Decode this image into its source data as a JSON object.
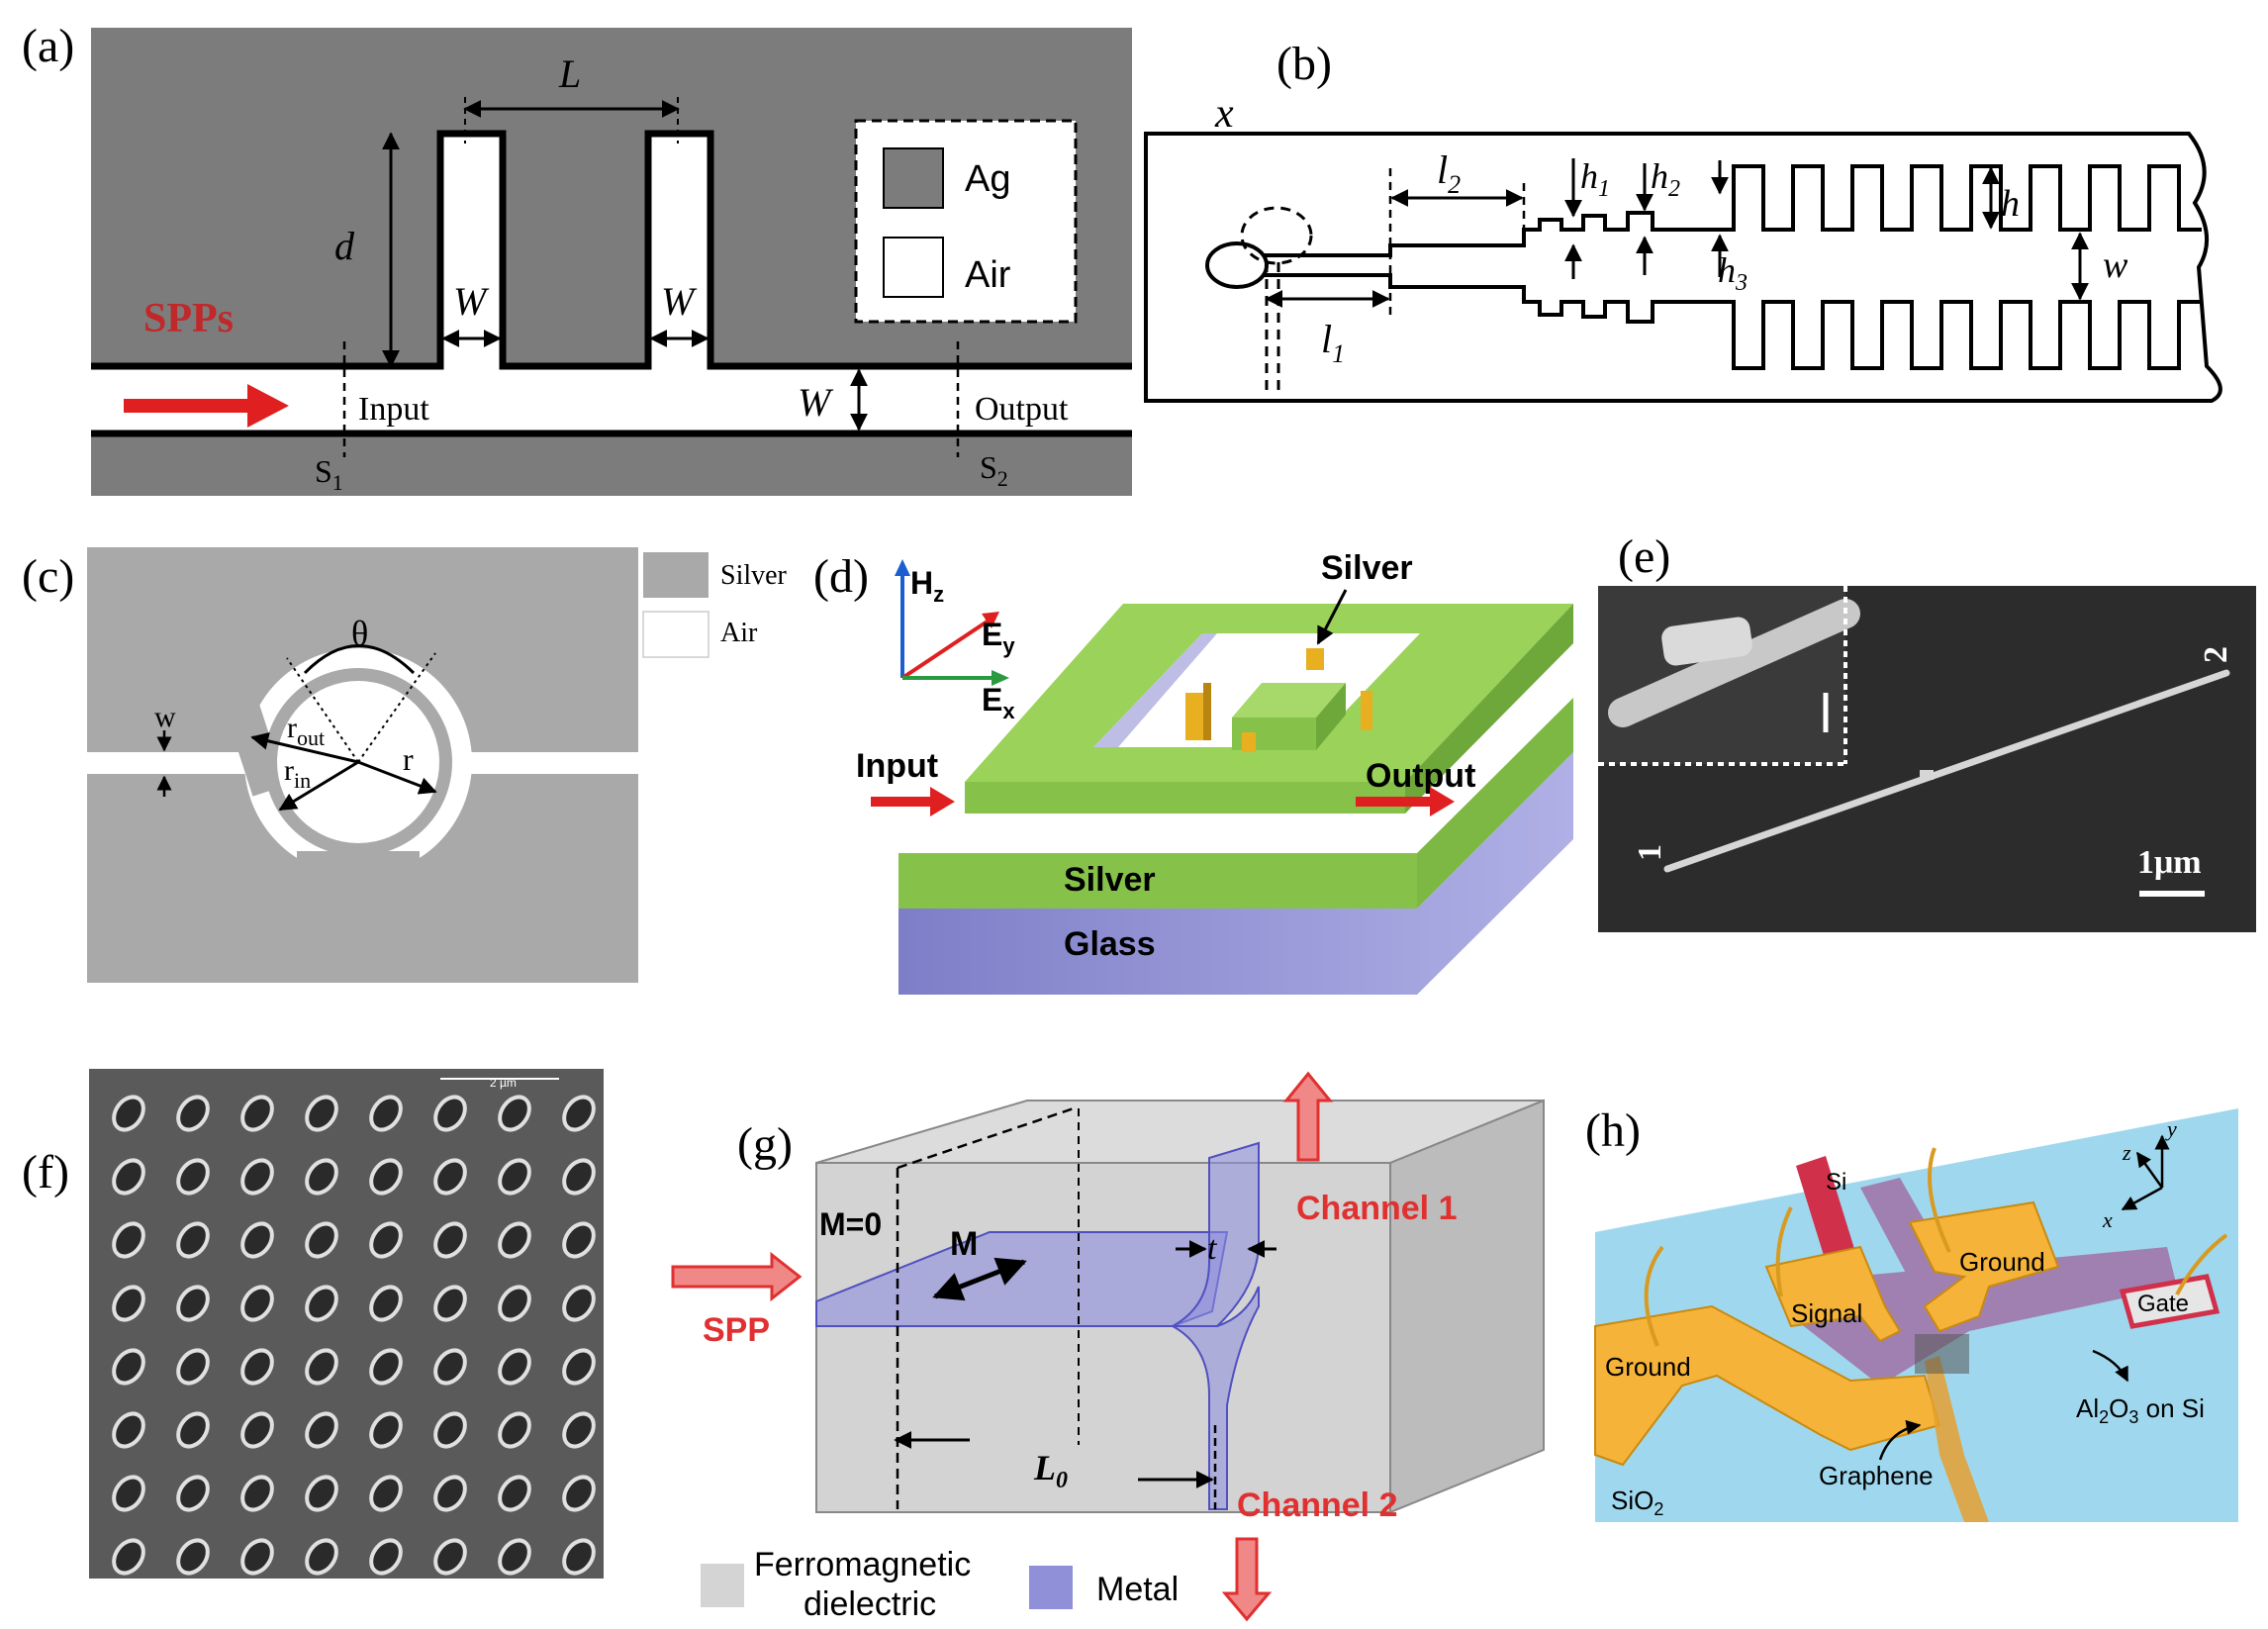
{
  "panels": {
    "a": {
      "label": "(a)",
      "L": "L",
      "d": "d",
      "W": "W",
      "spps": "SPPs",
      "input": "Input",
      "output": "Output",
      "s1": "S",
      "s1_sub": "1",
      "s2": "S",
      "s2_sub": "2",
      "legend": [
        "Ag",
        "Air"
      ],
      "colors": {
        "metal": "#7c7c7c",
        "air": "#ffffff",
        "arrow": "#e02020",
        "spp_text": "#c0282a"
      }
    },
    "b": {
      "label": "(b)",
      "x": "x",
      "l1": "l",
      "l1_sub": "1",
      "l2": "l",
      "l2_sub": "2",
      "h1": "h",
      "h1_sub": "1",
      "h2": "h",
      "h2_sub": "2",
      "h3": "h",
      "h3_sub": "3",
      "h": "h",
      "w": "w"
    },
    "c": {
      "label": "(c)",
      "theta": "θ",
      "w": "w",
      "r_out": "r",
      "r_out_sub": "out",
      "r_in": "r",
      "r_in_sub": "in",
      "r": "r",
      "legend": [
        "Silver",
        "Air"
      ],
      "colors": {
        "silver": "#a9a9a9"
      }
    },
    "d": {
      "label": "(d)",
      "hz": "H",
      "hz_sub": "z",
      "ey": "E",
      "ey_sub": "y",
      "ex": "E",
      "ex_sub": "x",
      "silver_top": "Silver",
      "input": "Input",
      "output": "Output",
      "silver": "Silver",
      "glass": "Glass",
      "colors": {
        "silver_top": "#8bc34a",
        "silver_side": "#6fa83a",
        "glass": "#8f8fd0",
        "pillar": "#e8b020"
      }
    },
    "e": {
      "label": "(e)",
      "end1": "1",
      "end2": "2",
      "scale": "1μm",
      "colors": {
        "background": "#2c2c2c"
      }
    },
    "f": {
      "label": "(f)",
      "scale": "2 µm",
      "rows": 8,
      "cols": 8
    },
    "g": {
      "label": "(g)",
      "m0": "M=0",
      "m": "M",
      "t": "t",
      "spp": "SPP",
      "channel1": "Channel 1",
      "channel2": "Channel 2",
      "L0": "L",
      "L0_sub": "0",
      "legend": [
        "Ferromagnetic\ndielectric",
        "Metal"
      ],
      "colors": {
        "red": "#e03030",
        "metal": "#8e8ee0",
        "dielectric": "#cfcfcf"
      }
    },
    "h": {
      "label": "(h)",
      "si": "Si",
      "ground1": "Ground",
      "ground2": "Ground",
      "signal": "Signal",
      "gate": "Gate",
      "al2o3": "Al",
      "al2o3_sub1": "2",
      "al2o3_mid": "O",
      "al2o3_sub2": "3",
      "al2o3_tail": " on Si",
      "graphene": "Graphene",
      "sio2": "SiO",
      "sio2_sub": "2",
      "axes": [
        "z",
        "y",
        "x"
      ],
      "colors": {
        "substrate": "#9fd8ee",
        "gold": "#f5b33a",
        "purple": "#a080b0",
        "si": "#d0304a"
      }
    }
  }
}
